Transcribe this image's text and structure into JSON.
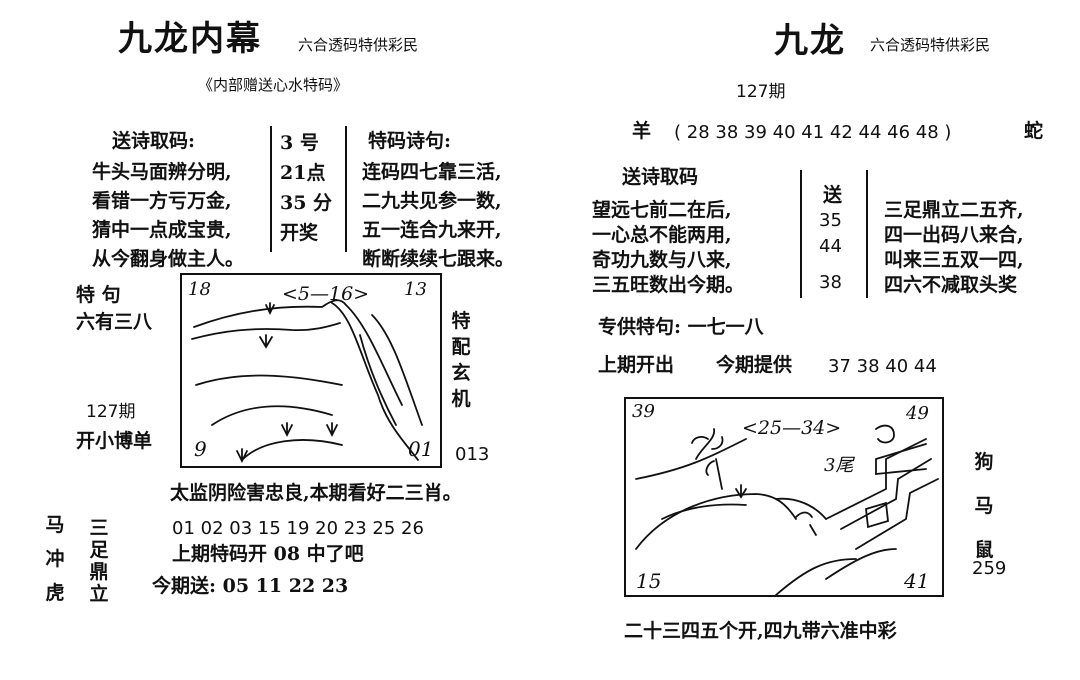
{
  "left": {
    "title": "九龙内幕",
    "subtitle": "六合透码特供彩民",
    "tagline": "《内部赠送心水特码》",
    "poem_header": "送诗取码:",
    "poem_lines": [
      "牛头马面辨分明,",
      "看错一方亏万金,",
      "猜中一点成宝贵,",
      "从今翻身做主人。"
    ],
    "time_lines": [
      "3 号",
      "21点",
      "35 分",
      "开奖"
    ],
    "special_header": "特码诗句:",
    "special_lines": [
      "连码四七靠三活,",
      "二九共见参一数,",
      "五一连合九来开,",
      "断断续续七跟来。"
    ],
    "teju_label": "特    句",
    "teju_text": "六有三八",
    "period": "127期",
    "open_text": "开小博单",
    "side_chars": [
      "特",
      "配",
      "玄",
      "机"
    ],
    "side_num": "013",
    "box": {
      "tl": "18",
      "range": "<5—16>",
      "tr": "13",
      "bl": "9",
      "br": "01"
    },
    "verse": "太监阴险害忠良,本期看好二三肖。",
    "ma_chong_hu": [
      "马",
      "冲",
      "虎"
    ],
    "san_zu_ding_li": [
      "三",
      "足",
      "鼎",
      "立"
    ],
    "numbers_line": "01  02  03  15  19  20  23  25  26",
    "last_special": "上期特码开 08 中了吧",
    "today_send": "今期送:  05  11  22  23"
  },
  "right": {
    "title": "九龙",
    "subtitle": "六合透码特供彩民",
    "period": "127期",
    "yang_label": "羊",
    "yang_numbers": "( 28  38  39  40  41  42  44  46  48    )",
    "she_label": "蛇",
    "poem_header": "送诗取码",
    "poem_lines": [
      "望远七前二在后,",
      "一心总不能两用,",
      "奇功九数与八来,",
      "三五旺数出今期。"
    ],
    "send_label": "送",
    "send_numbers": [
      "35",
      "44",
      "38"
    ],
    "verse_lines": [
      "三足鼎立二五齐,",
      "四一出码八来合,",
      "叫来三五双一四,",
      "四六不减取头奖"
    ],
    "special_phrase": "专供特句:  一七一八",
    "last_out": "上期开出",
    "today_offer": "今期提供",
    "offer_numbers": "37  38  40  44",
    "box": {
      "tl": "39",
      "range": "<25—34>",
      "tr": "49",
      "bl": "15",
      "br": "41",
      "mid": "3尾"
    },
    "animals": [
      "狗",
      "马",
      "鼠"
    ],
    "side_num": "259",
    "footer": "二十三四五个开,四九带六准中彩"
  }
}
